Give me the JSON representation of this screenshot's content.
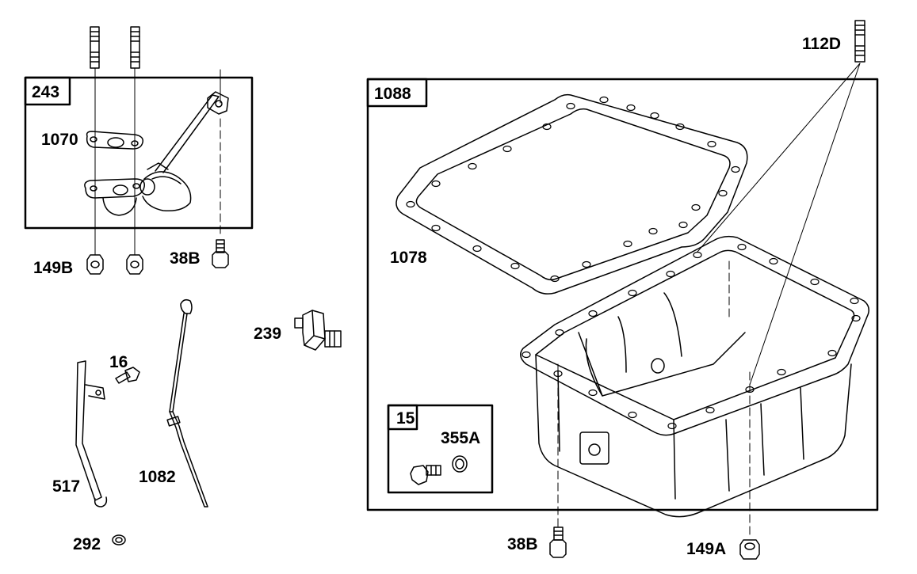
{
  "labels": {
    "p243": "243",
    "p1070": "1070",
    "p149B": "149B",
    "p38B_top": "38B",
    "p239": "239",
    "p16": "16",
    "p517": "517",
    "p1082": "1082",
    "p292": "292",
    "p1088": "1088",
    "p112D": "112D",
    "p1078": "1078",
    "p15": "15",
    "p355A": "355A",
    "p38B_bottom": "38B",
    "p149A": "149A"
  },
  "colors": {
    "line": "#000000",
    "background": "#ffffff"
  },
  "icons": {
    "stud": "threaded-stud-icon",
    "nut": "hex-nut-icon",
    "bolt": "hex-bolt-icon",
    "sensor": "oil-pressure-sensor-icon",
    "dipstick": "dipstick-icon",
    "tube": "dipstick-tube-icon",
    "clip": "clip-icon",
    "washer": "washer-icon",
    "pickup": "oil-pickup-icon",
    "gasket": "oil-pan-gasket-icon",
    "pan": "oil-pan-icon"
  }
}
